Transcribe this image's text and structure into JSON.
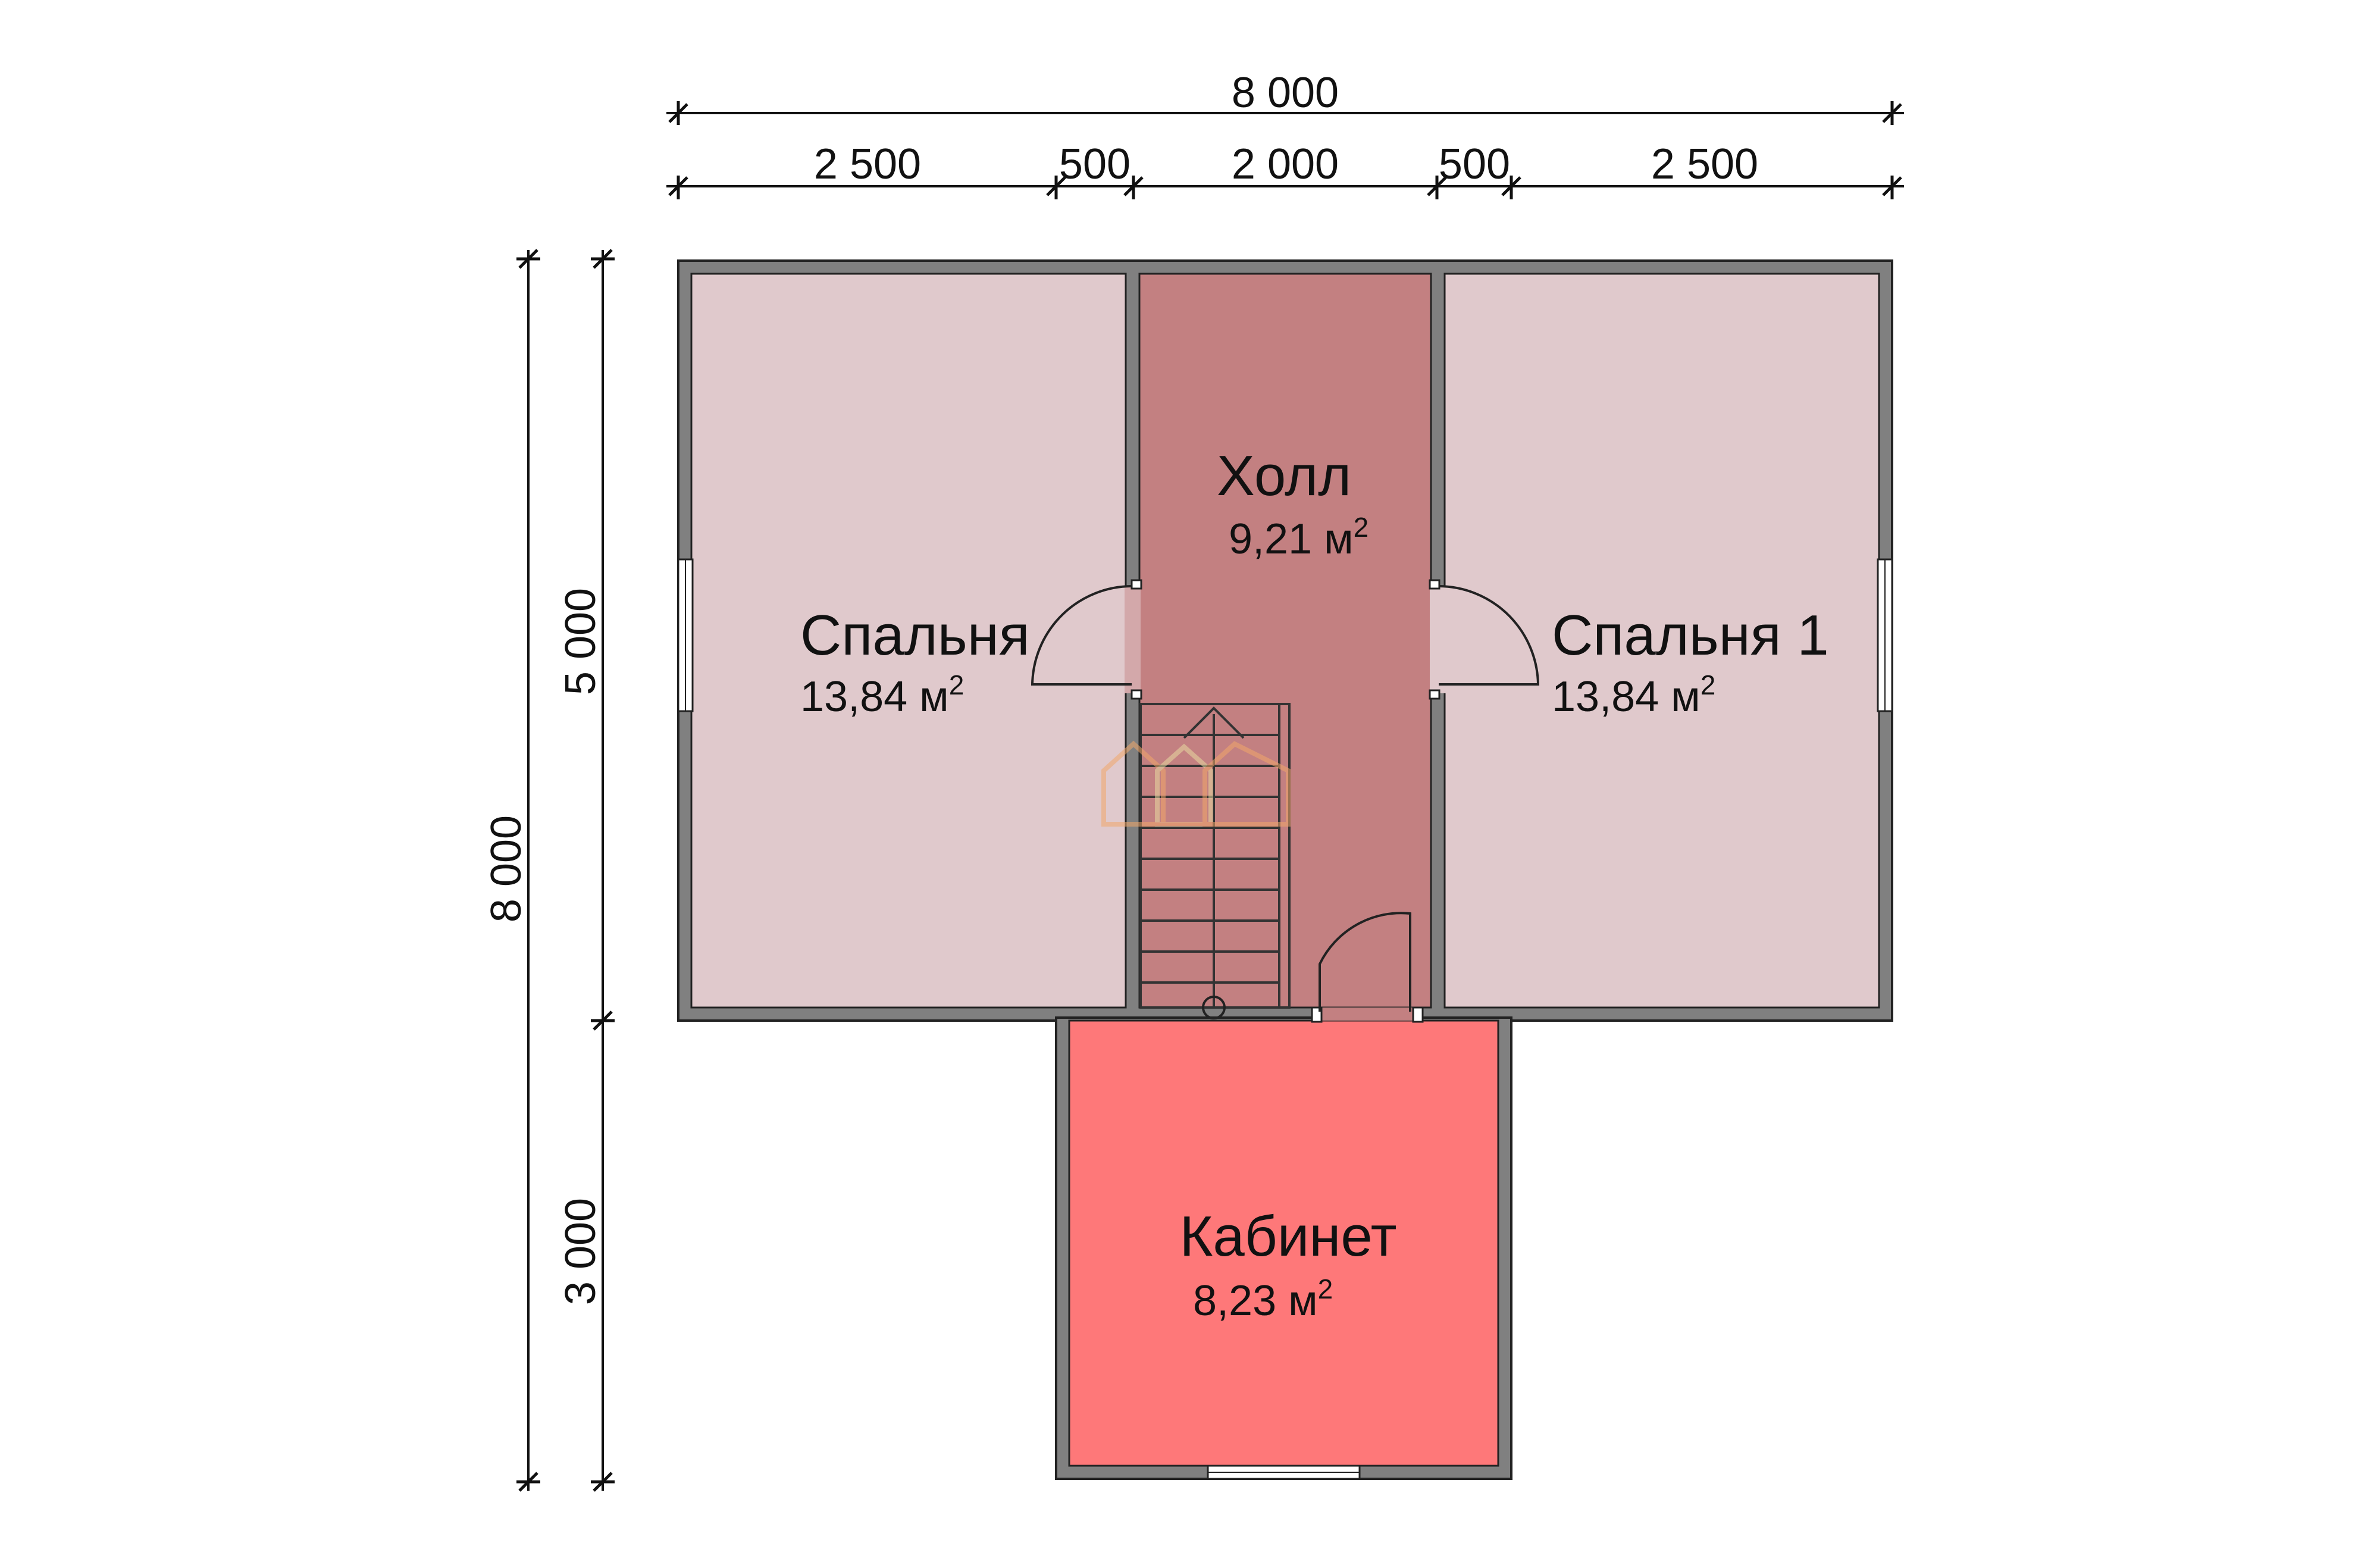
{
  "colors": {
    "wall": "#808080",
    "bedroom": "#e0c9cc",
    "hall": "#c38081",
    "cabinet": "#fe7879",
    "watermark": "#f1a76a"
  },
  "dimensions": {
    "top_total": "8 000",
    "top_segments": [
      "2 500",
      "500",
      "2 000",
      "500",
      "2 500"
    ],
    "left_total": "8 000",
    "left_segments": [
      "5 000",
      "3 000"
    ]
  },
  "rooms": {
    "bedroom_left": {
      "name": "Спальня",
      "area": "13,84 м",
      "unit_sup": "2"
    },
    "hall": {
      "name": "Холл",
      "area": "9,21 м",
      "unit_sup": "2"
    },
    "bedroom_right": {
      "name": "Спальня 1",
      "area": "13,84 м",
      "unit_sup": "2"
    },
    "cabinet": {
      "name": "Кабинет",
      "area": "8,23 м",
      "unit_sup": "2"
    }
  }
}
